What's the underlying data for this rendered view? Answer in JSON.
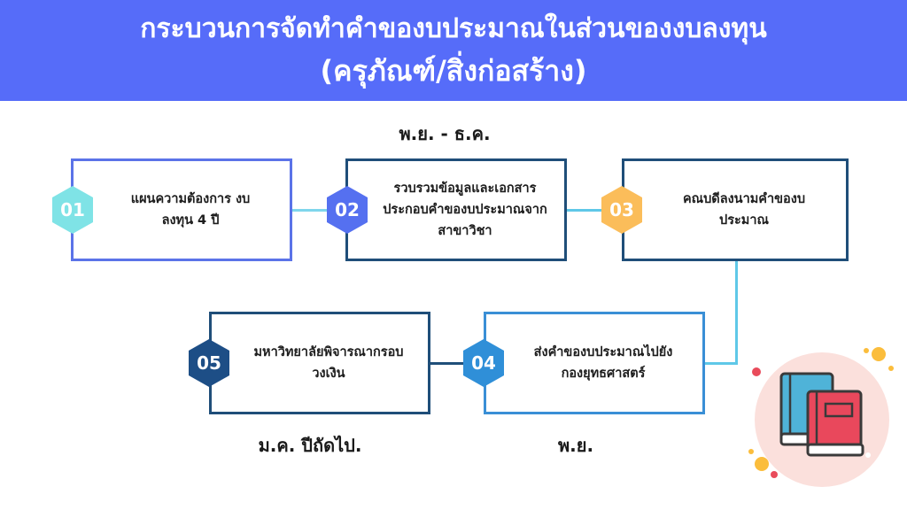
{
  "header": {
    "title_line1": "กระบวนการจัดทำคำของบประมาณในส่วนของงบลงทุน",
    "title_line2": "(ครุภัณฑ์/สิ่งก่อสร้าง)"
  },
  "periods": {
    "top": "พ.ย. - ธ.ค.",
    "bottom_left": "ม.ค. ปีถัดไป.",
    "bottom_right": "พ.ย."
  },
  "steps": [
    {
      "number": "01",
      "text": "แผนความต้องการ งบลงทุน 4 ปี",
      "color": "#7fe3e6"
    },
    {
      "number": "02",
      "text": "รวบรวมข้อมูลและเอกสารประกอบคำของบประมาณจากสาขาวิชา",
      "color": "#5570f0"
    },
    {
      "number": "03",
      "text": "คณบดีลงนามคำของบประมาณ",
      "color": "#fbbd5a"
    },
    {
      "number": "04",
      "text": "ส่งคำของบประมาณไปยังกองยุทธศาสตร์",
      "color": "#2f8fd8"
    },
    {
      "number": "05",
      "text": "มหาวิทยาลัยพิจารณากรอบวงเงิน",
      "color": "#1d4e86"
    }
  ],
  "colors": {
    "header_bg": "#566cf9",
    "connector": "#5fc8e8",
    "dark_connector": "#1f4e79",
    "illustration_bg": "#fbe0dc"
  },
  "icons": [
    "books-icon"
  ]
}
